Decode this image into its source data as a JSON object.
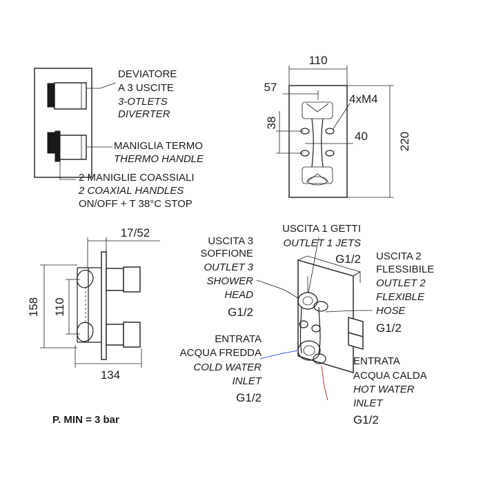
{
  "front_view": {
    "diverter": {
      "lines": [
        "DEVIATORE",
        "A 3 USCITE",
        "3-OTLETS",
        "DIVERTER"
      ]
    },
    "thermo": {
      "lines": [
        "MANIGLIA TERMO",
        "THERMO HANDLE"
      ]
    },
    "coaxial": {
      "lines": [
        "2 MANIGLIE COASSIALI",
        "2 COAXIAL HANDLES",
        "ON/OFF + T 38°C STOP"
      ]
    }
  },
  "plate_view": {
    "dim_width": "110",
    "dim_offset": "57",
    "dim_screws": "4xM4",
    "dim_38": "38",
    "dim_40": "40",
    "dim_height": "220"
  },
  "side_view": {
    "dim_depth": "17/52",
    "dim_158": "158",
    "dim_110": "110",
    "dim_134": "134"
  },
  "iso_view": {
    "outlet3": {
      "lines": [
        "USCITA 3",
        "SOFFIONE",
        "OUTLET 3",
        "SHOWER",
        "HEAD",
        "G1/2"
      ]
    },
    "outlet1": {
      "lines": [
        "USCITA 1 GETTI",
        "OUTLET 1 JETS",
        "G1/2"
      ]
    },
    "outlet2": {
      "lines": [
        "USCITA 2",
        "FLESSIBILE",
        "OUTLET 2",
        "FLEXIBLE",
        "HOSE",
        "G1/2"
      ]
    },
    "cold": {
      "lines": [
        "ENTRATA",
        "ACQUA FREDDA",
        "COLD WATER",
        "INLET",
        "G1/2"
      ]
    },
    "hot": {
      "lines": [
        "ENTRATA",
        "ACQUA CALDA",
        "HOT WATER",
        "INLET",
        "G1/2"
      ]
    }
  },
  "pressure_note": "P. MIN = 3 bar",
  "colors": {
    "cold_line": "#3b5bdb",
    "hot_line": "#c92a2a",
    "ink": "#1a1a1a"
  }
}
